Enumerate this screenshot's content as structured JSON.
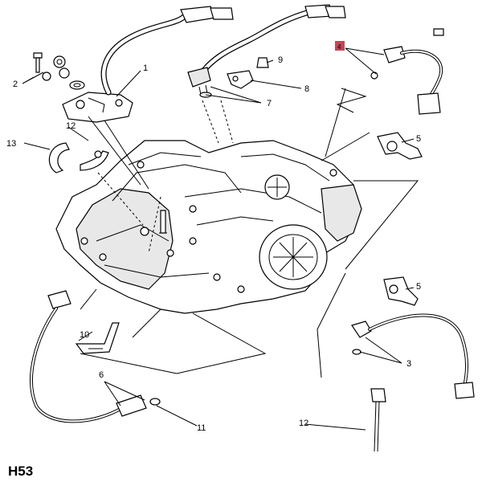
{
  "diagram": {
    "code": "H53",
    "callouts": {
      "c1": "1",
      "c2": "2",
      "c3": "3",
      "c4": "4",
      "c5a": "5",
      "c5b": "5",
      "c6": "6",
      "c7": "7",
      "c8": "8",
      "c9": "9",
      "c10": "10",
      "c11": "11",
      "c12a": "12",
      "c12b": "12",
      "c13": "13"
    },
    "colors": {
      "highlight": "#c0475b",
      "ink": "#000000",
      "background": "#ffffff"
    }
  }
}
